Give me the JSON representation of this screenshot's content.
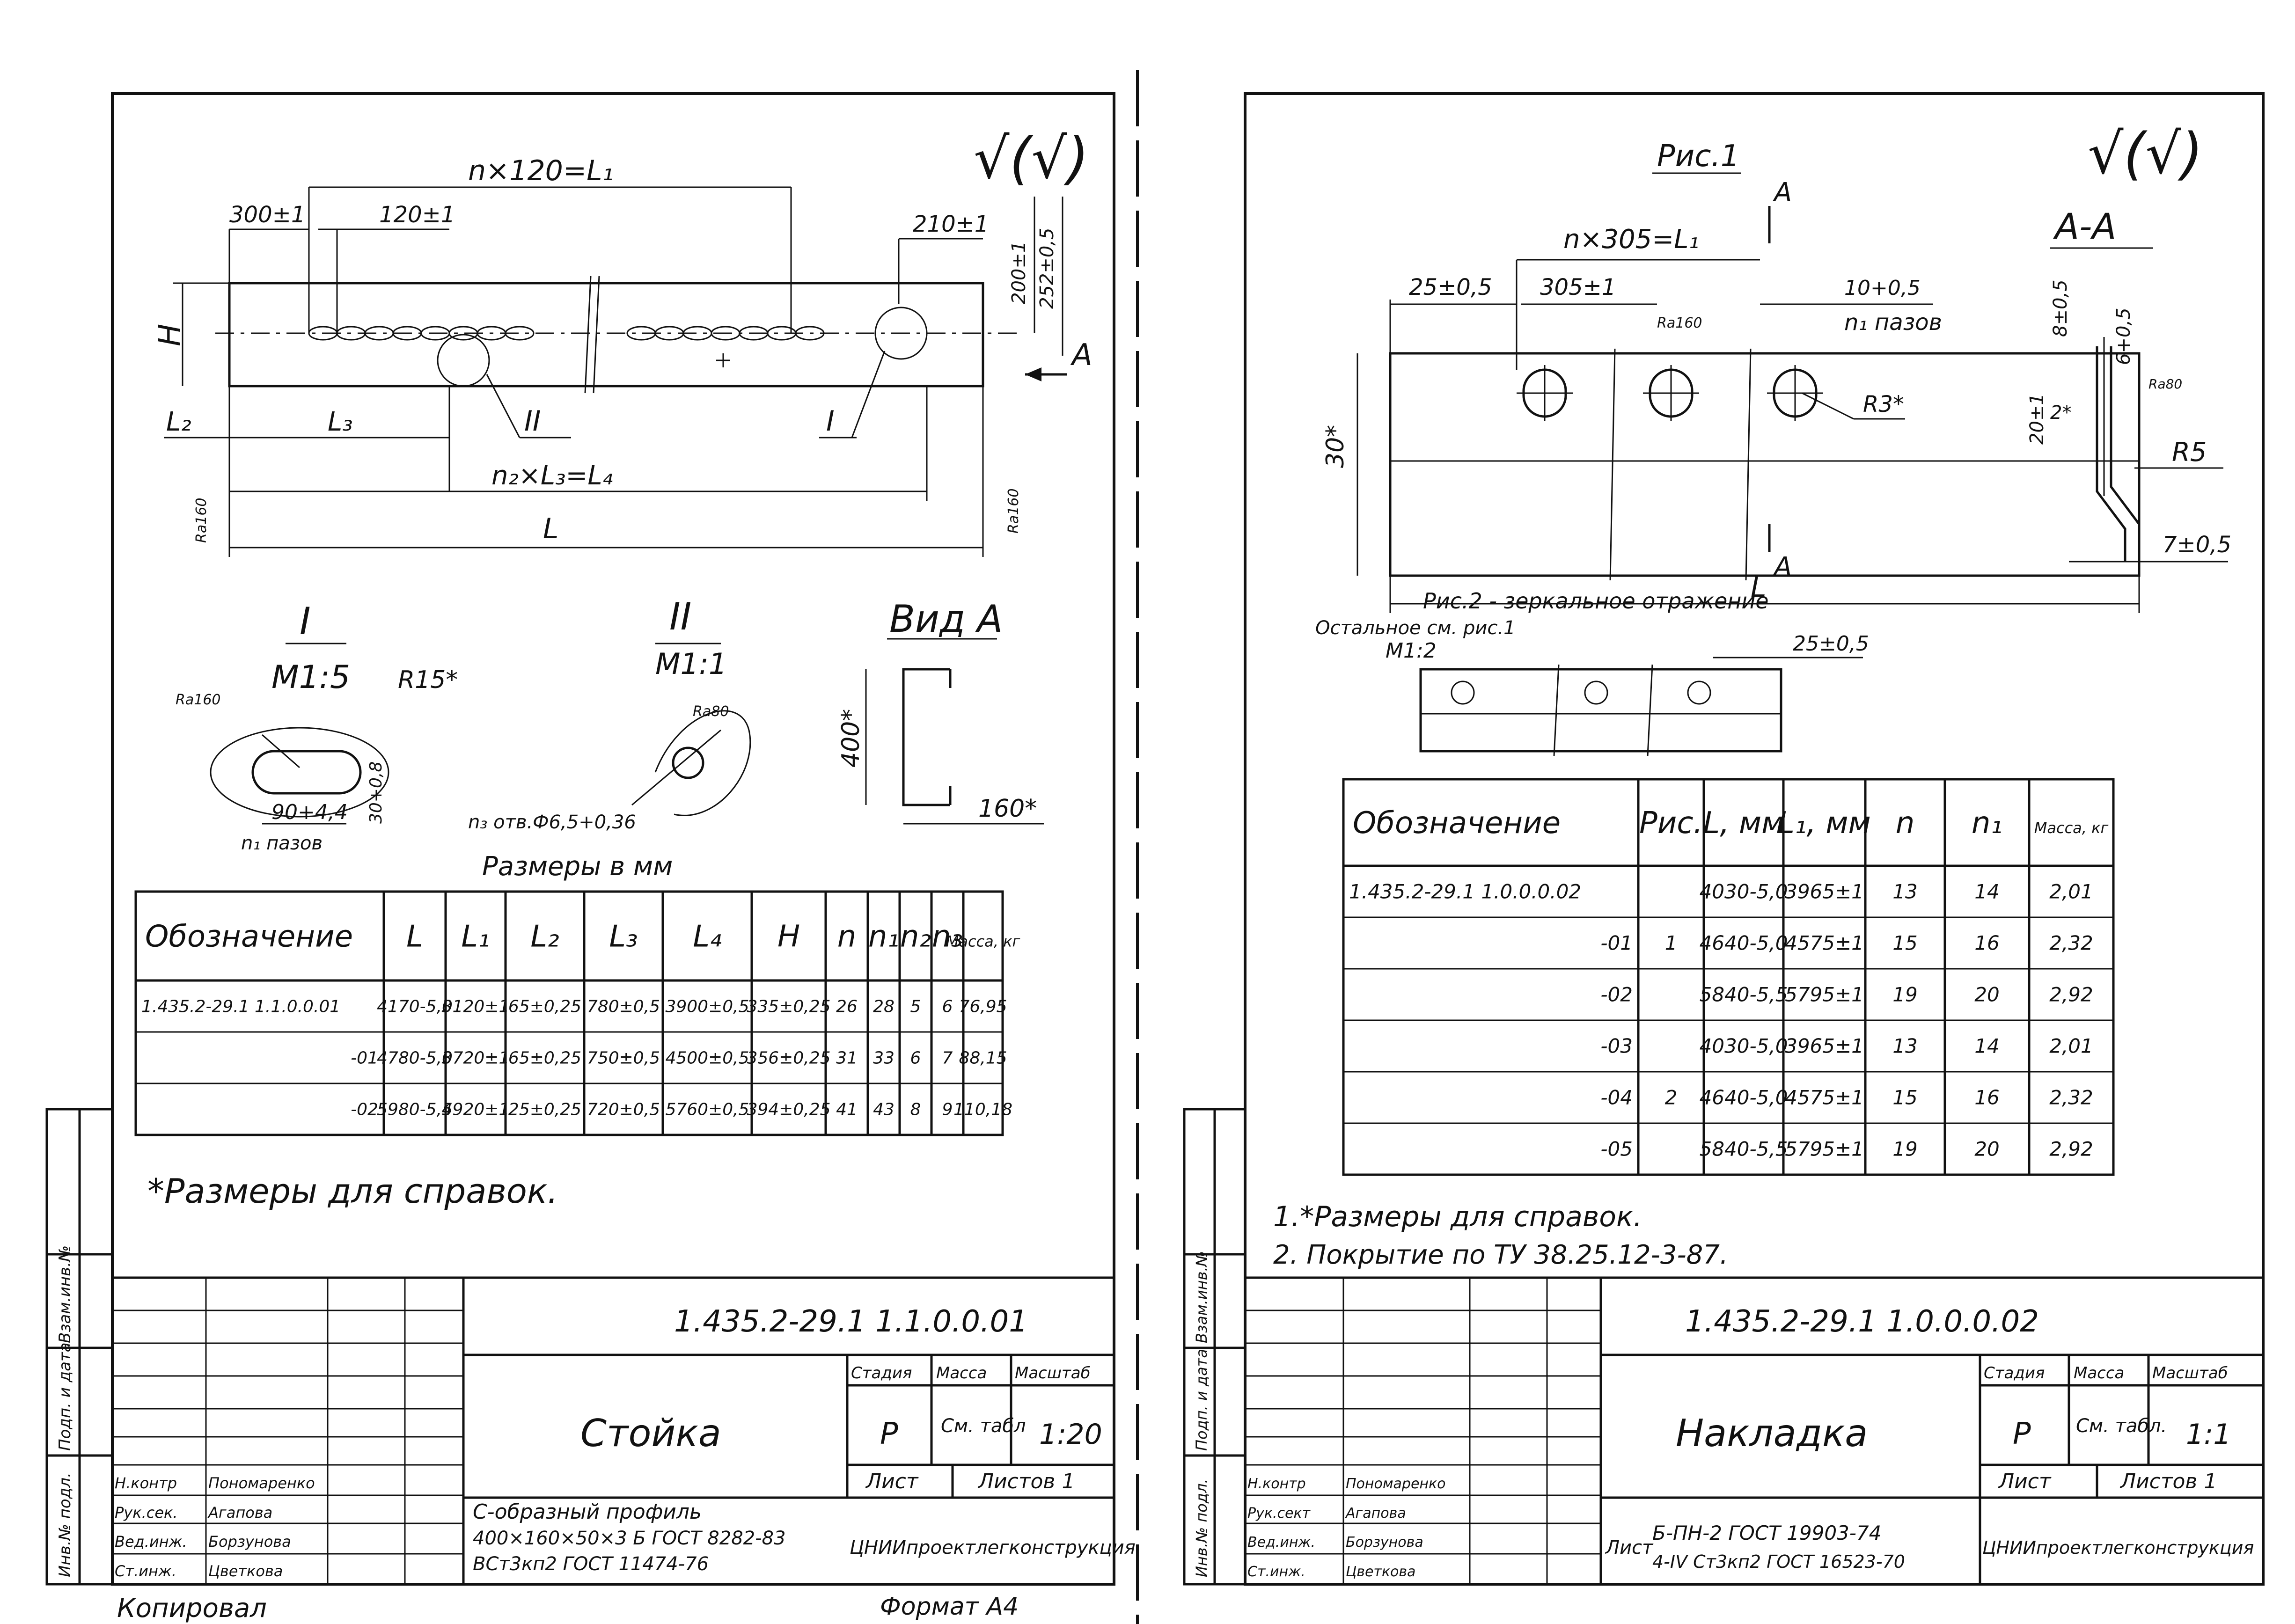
{
  "left": {
    "surface_mark": "√(√)",
    "dims": {
      "nL1": "n×120=L₁",
      "d300": "300±1",
      "d120": "120±1",
      "d210": "210±1",
      "d200": "200±1",
      "d252": "252±0,5",
      "H": "H",
      "A": "A",
      "L2": "L₂",
      "L3": "L₃",
      "II": "II",
      "I": "I",
      "n2L3": "n₂×L₃=L₄",
      "L": "L",
      "r160": "Ra160",
      "r160b": "Ra160"
    },
    "detail1": {
      "num": "I",
      "scale": "M1:5",
      "r15": "R15*",
      "ra": "Ra160",
      "d90": "90+4,4",
      "d30": "30+0,8",
      "slots": "n₁ пазов"
    },
    "detail2": {
      "num": "II",
      "scale": "M1:1",
      "ra": "Ra80",
      "holes": "n₃ отв.Ф6,5+0,36"
    },
    "viewA": {
      "title": "Вид А",
      "d400": "400*",
      "d160": "160*"
    },
    "units_note": "Размеры в мм",
    "table": {
      "headers": [
        "Обозначение",
        "L",
        "L₁",
        "L₂",
        "L₃",
        "L₄",
        "H",
        "n",
        "n₁",
        "n₂",
        "n₃",
        "Масса, кг"
      ],
      "rows": [
        [
          "1.435.2-29.1 1.1.0.0.01",
          "4170-5,0",
          "3120±1",
          "65±0,25",
          "780±0,5",
          "3900±0,5",
          "335±0,25",
          "26",
          "28",
          "5",
          "6",
          "76,95"
        ],
        [
          "-01",
          "4780-5,0",
          "3720±1",
          "65±0,25",
          "750±0,5",
          "4500±0,5",
          "356±0,25",
          "31",
          "33",
          "6",
          "7",
          "88,15"
        ],
        [
          "-02",
          "5980-5,5",
          "4920±1",
          "25±0,25",
          "720±0,5",
          "5760±0,5",
          "394±0,25",
          "41",
          "43",
          "8",
          "9",
          "110,18"
        ]
      ]
    },
    "note": "*Размеры для справок.",
    "title_block": {
      "doc": "1.435.2-29.1   1.1.0.0.01",
      "name": "Стойка",
      "stage_h": "Стадия",
      "mass_h": "Масса",
      "scale_h": "Масштаб",
      "stage": "Р",
      "mass": "См. табл",
      "scale": "1:20",
      "sheet": "Лист",
      "sheets": "Листов 1",
      "material1": "С-образный профиль",
      "material2": "400×160×50×3 Б ГОСТ 8282-83",
      "material3": "ВСт3кп2 ГОСТ 11474-76",
      "org": "ЦНИИпроектлегконструкция",
      "roles": [
        "Н.контр",
        "Рук.сек.",
        "Вед.инж.",
        "Ст.инж."
      ],
      "names": [
        "Пономаренко",
        "Агапова",
        "Борзунова",
        "Цветкова"
      ]
    },
    "side_labels": [
      "Инв.№ подл.",
      "Подп. и дата",
      "Взам.инв.№"
    ],
    "footer_left": "Копировал",
    "footer_right": "Формат А4"
  },
  "right": {
    "surface_mark": "√(√)",
    "fig1": "Рис.1",
    "section": "А-А",
    "dims": {
      "nL1": "n×305=L₁",
      "d25": "25±0,5",
      "d305": "305±1",
      "d10": "10+0,5",
      "n1": "n₁ пазов",
      "r160": "Ra160",
      "r3": "R3*",
      "d30": "30*",
      "L": "L",
      "A": "А",
      "A2": "А",
      "d8": "8±0,5",
      "d6": "6+0,5",
      "d20": "20±1",
      "d2": "2*",
      "ra80": "Ra80",
      "r5": "R5",
      "d7": "7±0,5"
    },
    "fig2_note": "Рис.2 - зеркальное отражение",
    "fig2_note2": "Остальное см. рис.1",
    "fig2_scale": "М1:2",
    "fig2_d25": "25±0,5",
    "table": {
      "headers": [
        "Обозначение",
        "Рис.",
        "L, мм",
        "L₁, мм",
        "n",
        "n₁",
        "Масса, кг"
      ],
      "rows": [
        [
          "1.435.2-29.1  1.0.0.0.02",
          "",
          "4030-5,0",
          "3965±1",
          "13",
          "14",
          "2,01"
        ],
        [
          "-01",
          "1",
          "4640-5,0",
          "4575±1",
          "15",
          "16",
          "2,32"
        ],
        [
          "-02",
          "",
          "5840-5,5",
          "5795±1",
          "19",
          "20",
          "2,92"
        ],
        [
          "-03",
          "",
          "4030-5,0",
          "3965±1",
          "13",
          "14",
          "2,01"
        ],
        [
          "-04",
          "2",
          "4640-5,0",
          "4575±1",
          "15",
          "16",
          "2,32"
        ],
        [
          "-05",
          "",
          "5840-5,5",
          "5795±1",
          "19",
          "20",
          "2,92"
        ]
      ]
    },
    "note1": "1.*Размеры для справок.",
    "note2": "2. Покрытие по ТУ 38.25.12-3-87.",
    "title_block": {
      "doc": "1.435.2-29.1  1.0.0.0.02",
      "name": "Накладка",
      "stage_h": "Стадия",
      "mass_h": "Масса",
      "scale_h": "Масштаб",
      "stage": "Р",
      "mass": "См. табл.",
      "scale": "1:1",
      "sheet": "Лист",
      "sheets": "Листов 1",
      "material_prefix": "Лист",
      "material1": "Б-ПН-2 ГОСТ 19903-74",
      "material2": "4-IV Ст3кп2 ГОСТ 16523-70",
      "org": "ЦНИИпроектлегконструкция",
      "roles": [
        "Н.контр",
        "Рук.сект",
        "Вед.инж.",
        "Ст.инж."
      ],
      "names": [
        "Пономаренко",
        "Агапова",
        "Борзунова",
        "Цветкова"
      ]
    },
    "side_labels": [
      "Инв.№ подл.",
      "Подп. и дата",
      "Взам.инв.№"
    ]
  }
}
